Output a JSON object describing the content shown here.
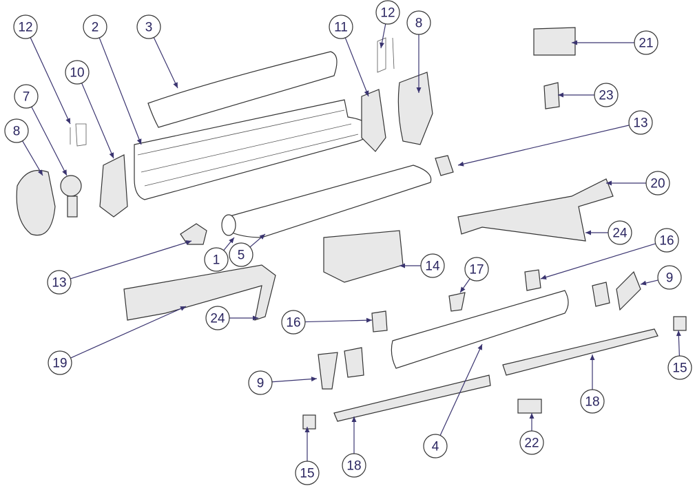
{
  "title": "Awning exploded parts diagram",
  "callouts": [
    "12",
    "2",
    "3",
    "10",
    "7",
    "8",
    "12",
    "11",
    "8",
    "21",
    "23",
    "13",
    "20",
    "24",
    "16",
    "9",
    "14",
    "17",
    "13",
    "1",
    "5",
    "16",
    "24",
    "19",
    "9",
    "4",
    "18",
    "15",
    "22",
    "15",
    "18"
  ],
  "colors": {
    "leader": "#3a3470",
    "number": "#2a2560",
    "outline": "#333333"
  }
}
